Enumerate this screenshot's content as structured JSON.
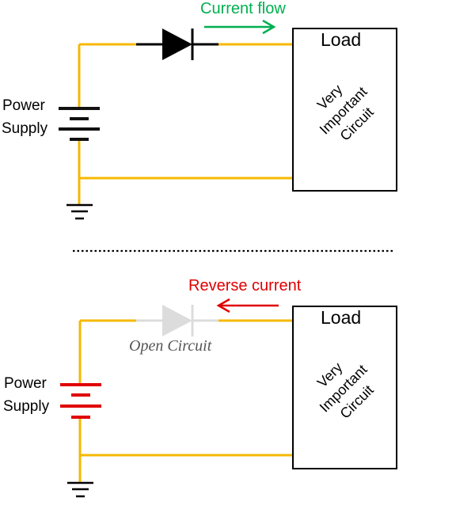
{
  "top_circuit": {
    "current_label": "Current flow",
    "power_label_line1": "Power",
    "power_label_line2": "Supply",
    "load_title": "Load",
    "circuit_line1": "Very",
    "circuit_line2": "Important",
    "circuit_line3": "Circuit"
  },
  "bottom_circuit": {
    "current_label": "Reverse current",
    "diode_status": "Open Circuit",
    "power_label_line1": "Power",
    "power_label_line2": "Supply",
    "load_title": "Load",
    "circuit_line1": "Very",
    "circuit_line2": "Important",
    "circuit_line3": "Circuit"
  },
  "colors": {
    "wire": "#f5b800",
    "forward_arrow": "#00b050",
    "reverse_arrow": "#e00000",
    "diode_on": "#000000",
    "diode_off": "#dcdcdc",
    "battery_bottom": "#e00000"
  }
}
